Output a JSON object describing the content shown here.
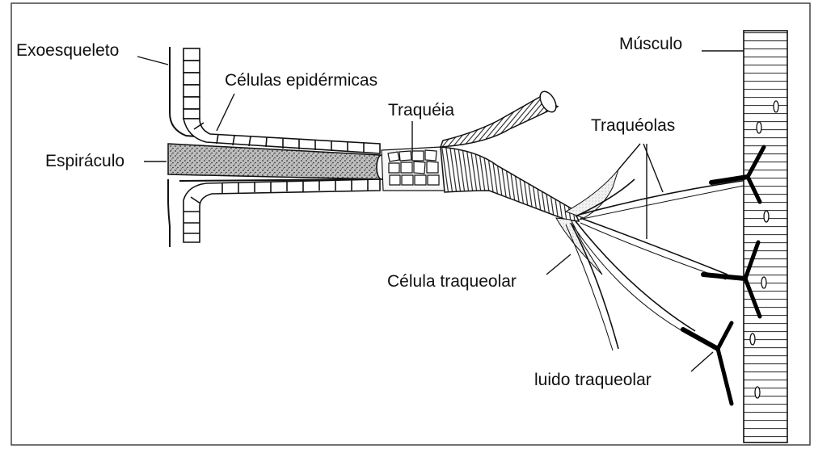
{
  "labels": {
    "exoesqueleto": "Exoesqueleto",
    "celulas_epidermicas": "Células epidérmicas",
    "traqueia": "Traquéia",
    "espiraculo": "Espiráculo",
    "musculo": "Músculo",
    "traqueolas": "Traquéolas",
    "celula_traqueolar": "Célula traqueolar",
    "fluido_traqueolar": "luido traqueolar"
  },
  "colors": {
    "ink": "#111111",
    "frame": "#444444",
    "fluid": "#000000"
  }
}
